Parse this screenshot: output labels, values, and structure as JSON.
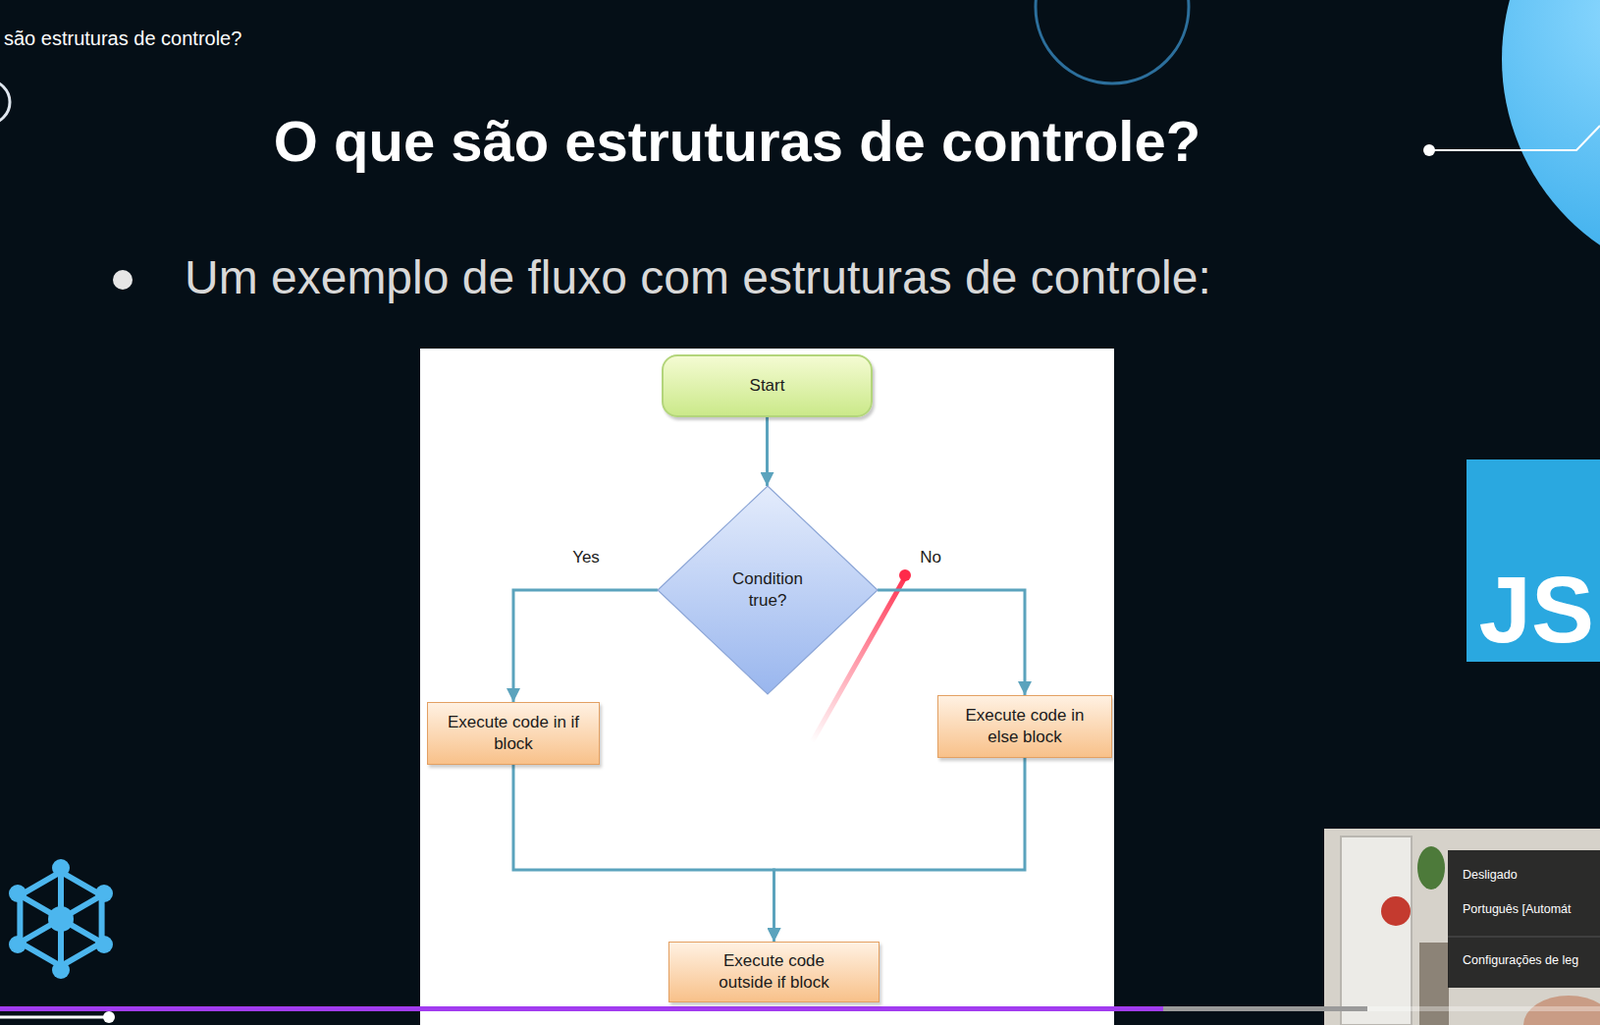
{
  "diagram": {
    "title": "O que são estruturas de controle?",
    "nodes": [
      {
        "text": [
          "Start"
        ]
      },
      {
        "text": [
          "Condition true?"
        ]
      },
      {
        "text": [
          "Execute code in if block"
        ]
      },
      {
        "text": [
          "Execute code in else block"
        ]
      },
      {
        "text": [
          "Execute code outside if block"
        ]
      }
    ],
    "edges": [
      {
        "from": 0,
        "to": 1,
        "arrow": "to"
      },
      {
        "from": 1,
        "to": 2,
        "label": "Yes",
        "arrow": "to"
      },
      {
        "from": 1,
        "to": 3,
        "label": "No",
        "arrow": "to"
      },
      {
        "from": 2,
        "to": 4,
        "arrow": "to"
      },
      {
        "from": 3,
        "to": 4,
        "arrow": "to"
      }
    ],
    "labels": [
      "são estruturas de controle?",
      "Um exemplo de fluxo com estruturas de controle:",
      "JS",
      "Desligado",
      "Português [Automát",
      "Configurações de leg"
    ]
  }
}
